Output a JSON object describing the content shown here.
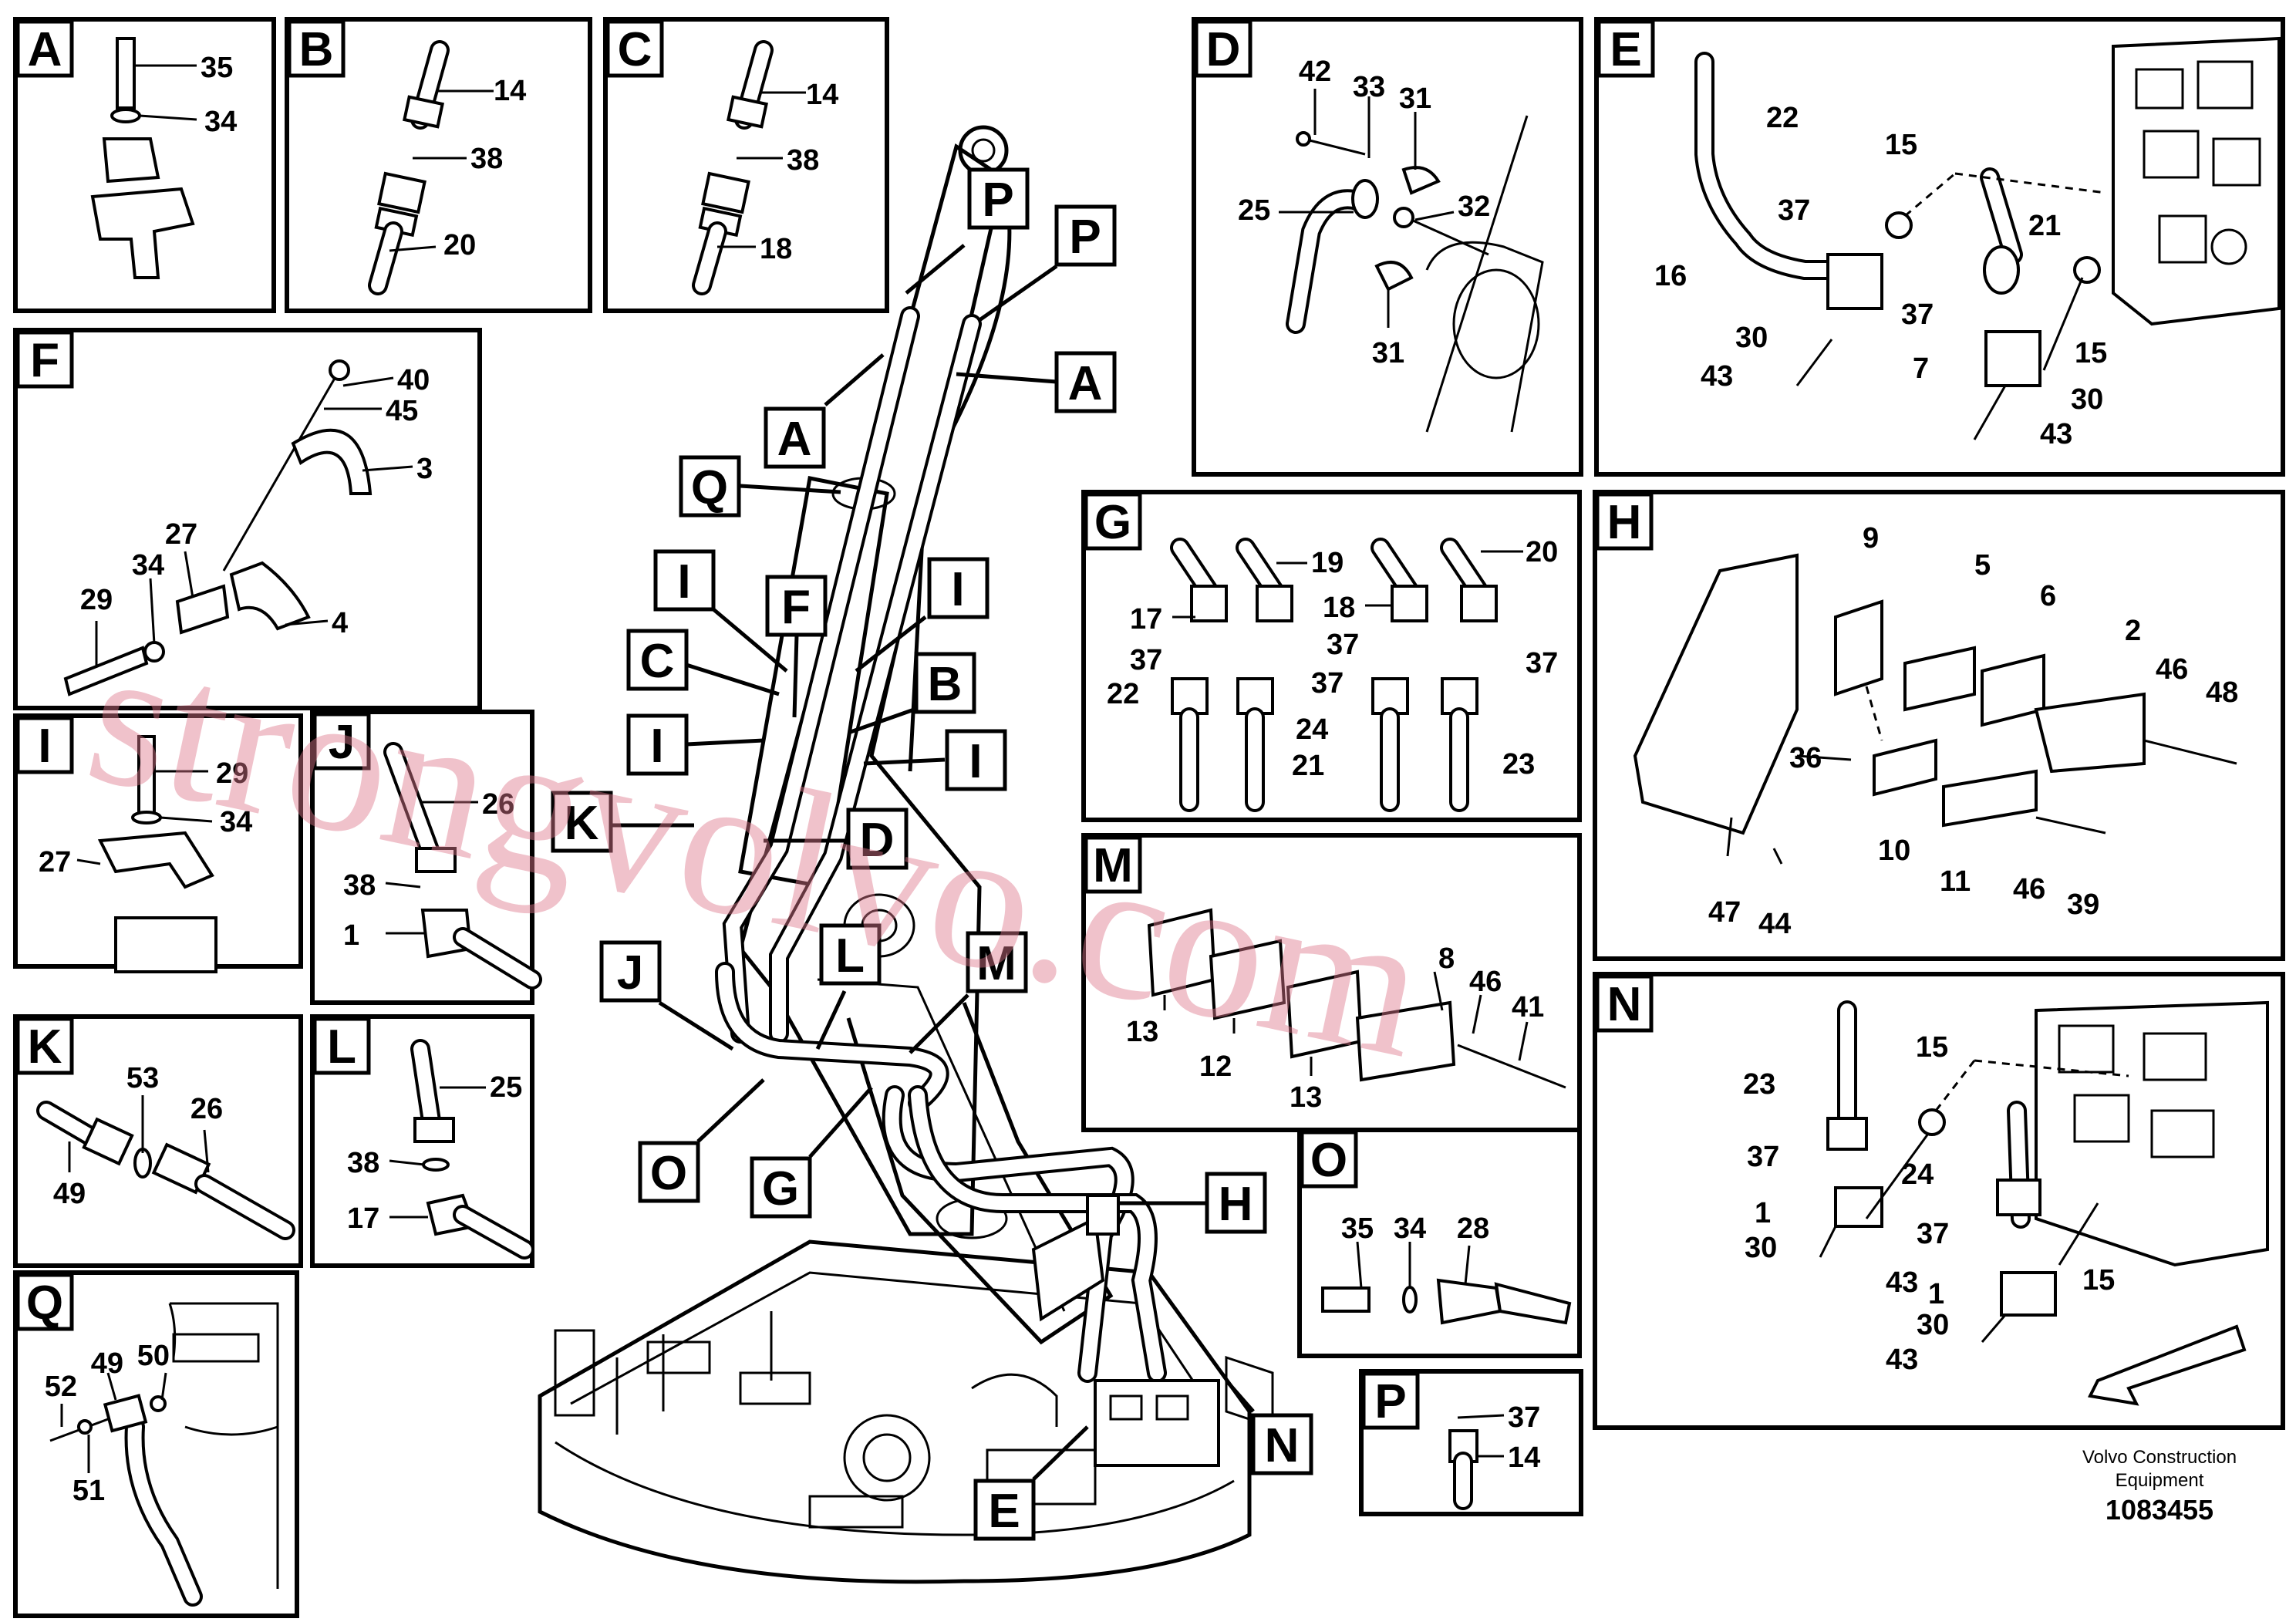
{
  "panels": [
    {
      "letter": "A",
      "parts": [
        "35",
        "34"
      ]
    },
    {
      "letter": "B",
      "parts": [
        "14",
        "38",
        "20"
      ]
    },
    {
      "letter": "C",
      "parts": [
        "14",
        "38",
        "18"
      ]
    },
    {
      "letter": "D",
      "parts": [
        "42",
        "33",
        "31",
        "25",
        "32",
        "31"
      ]
    },
    {
      "letter": "E",
      "parts": [
        "22",
        "15",
        "37",
        "21",
        "16",
        "37",
        "15",
        "30",
        "43",
        "7",
        "30",
        "43"
      ]
    },
    {
      "letter": "F",
      "parts": [
        "40",
        "45",
        "3",
        "27",
        "29",
        "34",
        "4"
      ]
    },
    {
      "letter": "G",
      "parts": [
        "19",
        "20",
        "17",
        "18",
        "37",
        "37",
        "37",
        "37",
        "22",
        "24",
        "21",
        "23"
      ]
    },
    {
      "letter": "H",
      "parts": [
        "9",
        "5",
        "6",
        "2",
        "46",
        "48",
        "36",
        "10",
        "11",
        "46",
        "39",
        "47",
        "44"
      ]
    },
    {
      "letter": "I",
      "parts": [
        "29",
        "34",
        "27"
      ]
    },
    {
      "letter": "J",
      "parts": [
        "26",
        "38",
        "1"
      ]
    },
    {
      "letter": "K",
      "parts": [
        "53",
        "26",
        "49"
      ]
    },
    {
      "letter": "L",
      "parts": [
        "25",
        "38",
        "17"
      ]
    },
    {
      "letter": "M",
      "parts": [
        "8",
        "46",
        "41",
        "13",
        "12",
        "13"
      ]
    },
    {
      "letter": "N",
      "parts": [
        "15",
        "23",
        "37",
        "24",
        "1",
        "37",
        "30",
        "15",
        "43",
        "1",
        "30",
        "43"
      ]
    },
    {
      "letter": "O",
      "parts": [
        "35",
        "34",
        "28"
      ]
    },
    {
      "letter": "P",
      "parts": [
        "37",
        "14"
      ]
    },
    {
      "letter": "Q",
      "parts": [
        "50",
        "49",
        "52",
        "51"
      ]
    }
  ],
  "callouts": [
    "P",
    "P",
    "A",
    "A",
    "Q",
    "I",
    "F",
    "I",
    "C",
    "B",
    "I",
    "I",
    "K",
    "D",
    "J",
    "L",
    "M",
    "O",
    "G",
    "H",
    "N",
    "E"
  ],
  "watermark": "strongvolvo.com",
  "footer": {
    "company_line1": "Volvo Construction",
    "company_line2": "Equipment",
    "doc_number": "1083455"
  }
}
